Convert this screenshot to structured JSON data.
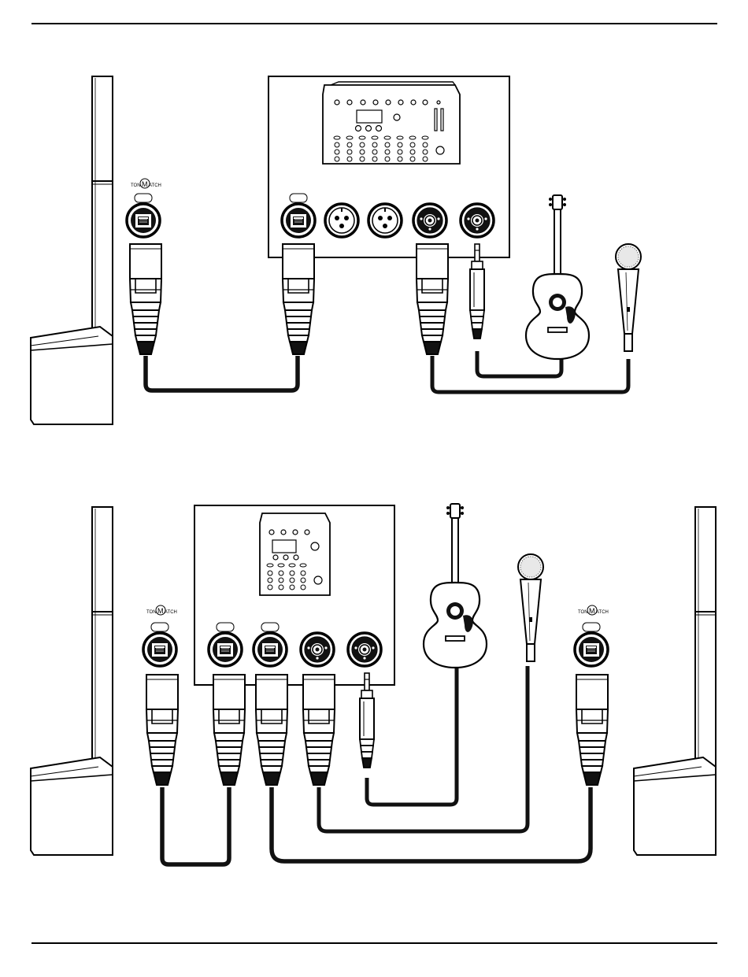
{
  "tonematch": {
    "left": "TONE",
    "m": "M",
    "right": "ATCH"
  },
  "colors": {
    "line": "#000000",
    "background": "#ffffff",
    "cable": "#111111"
  },
  "icons": [
    "speaker-array",
    "mixer",
    "tonematch-port",
    "xlr-input",
    "combo-jack",
    "xlr-cable-plug",
    "quarter-inch-plug",
    "acoustic-guitar",
    "microphone"
  ]
}
